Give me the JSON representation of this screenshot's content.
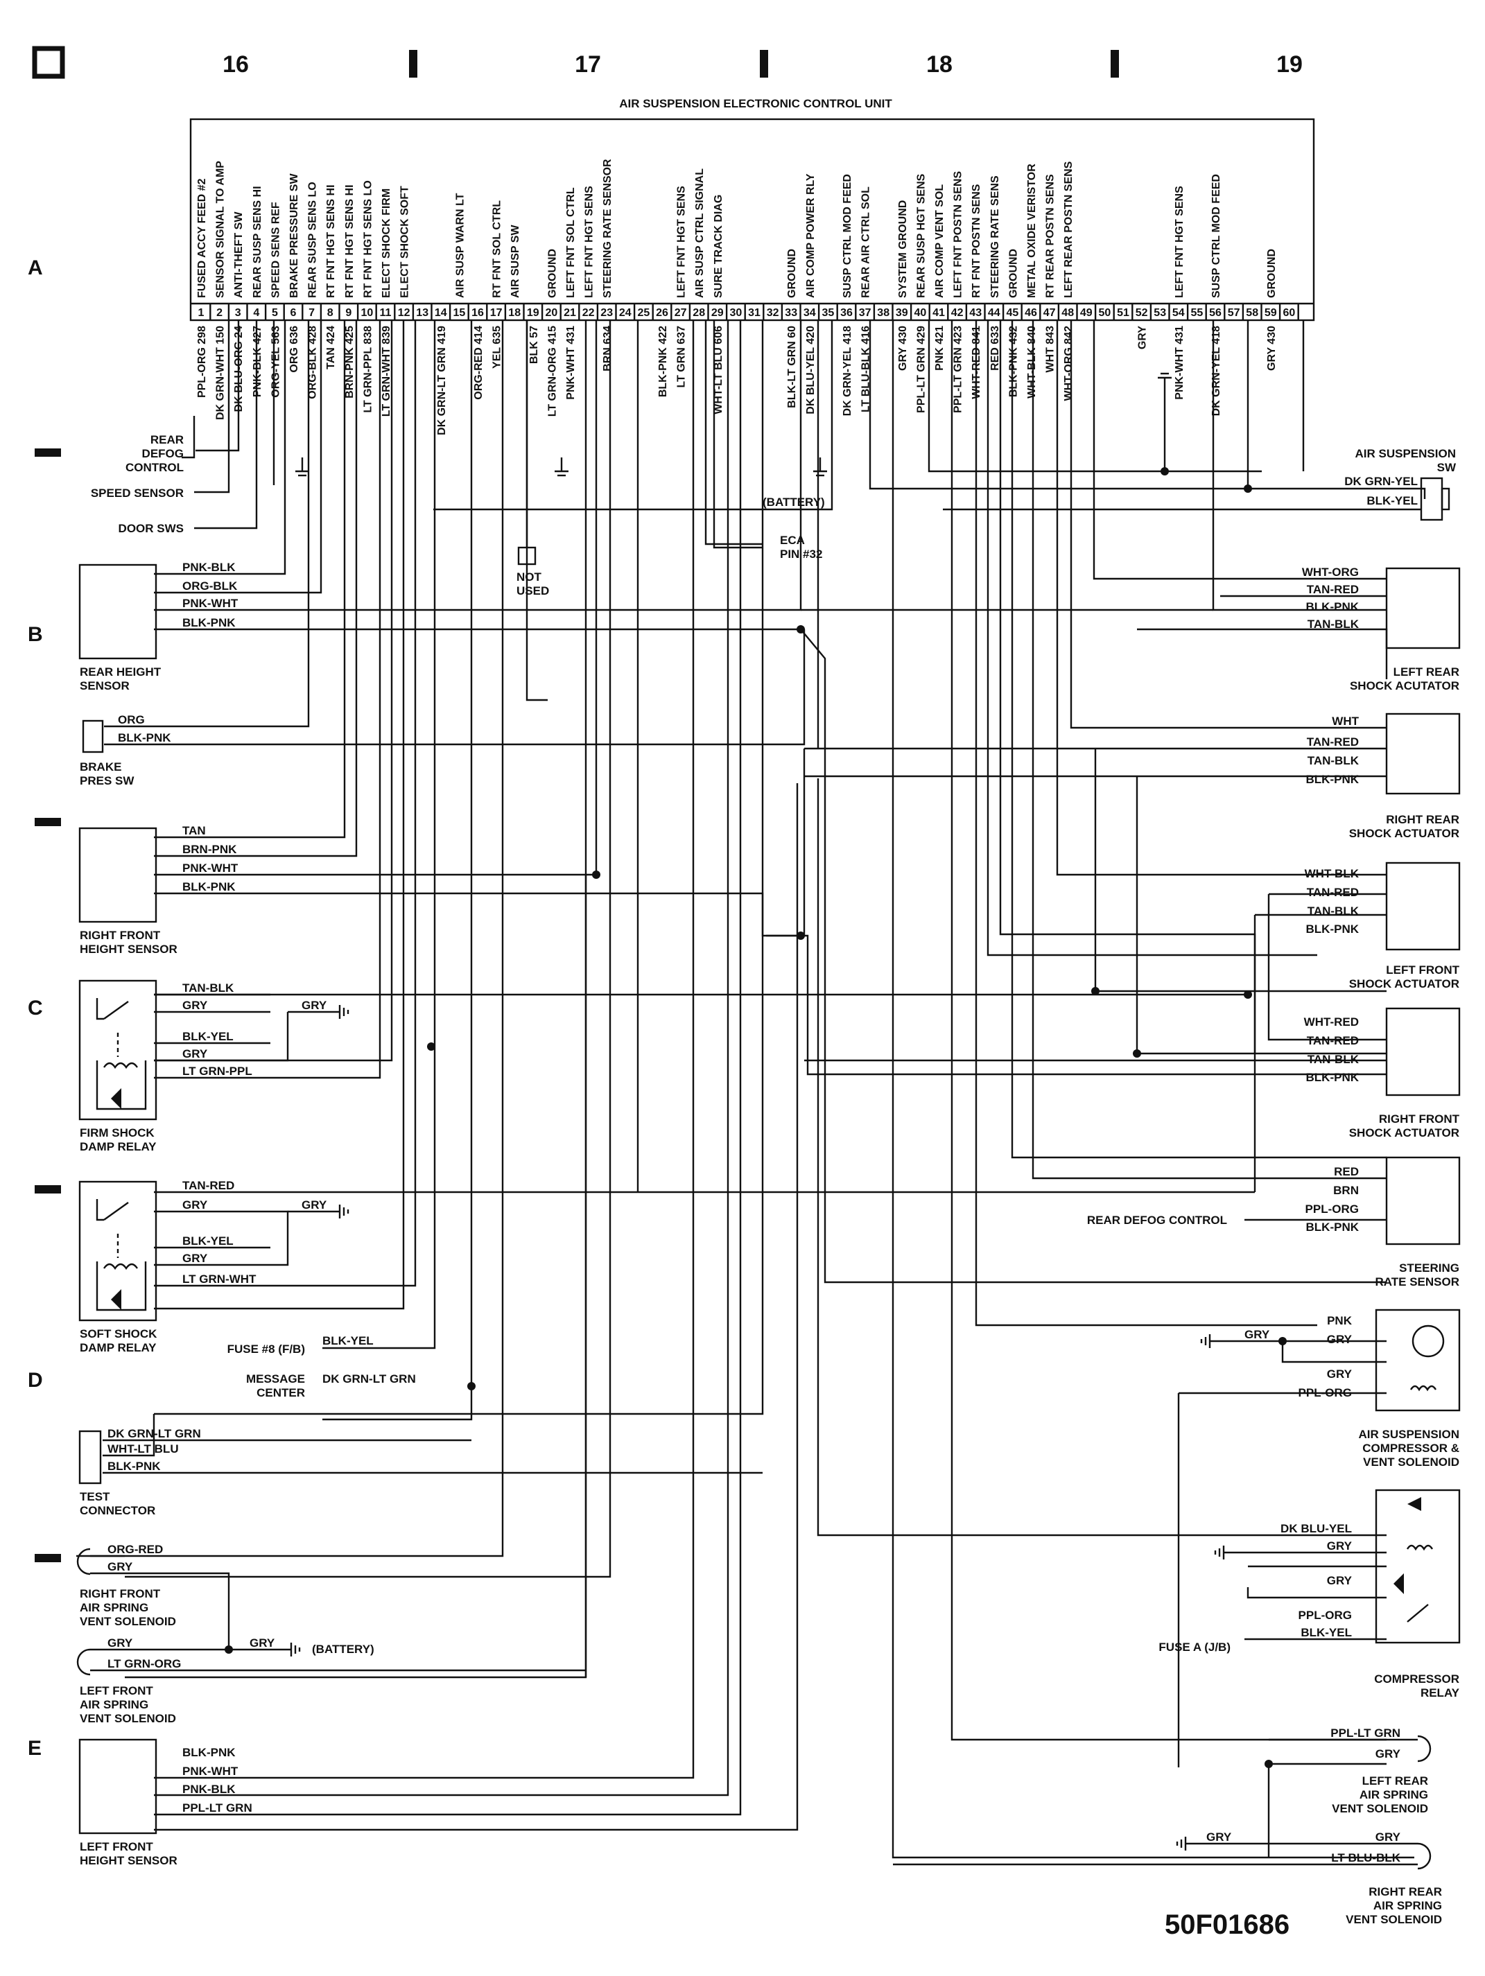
{
  "column_numbers": [
    "16",
    "17",
    "18",
    "19"
  ],
  "row_letters": [
    "A",
    "B",
    "C",
    "D",
    "E"
  ],
  "ecu": {
    "title": "AIR SUSPENSION ELECTRONIC CONTROL UNIT",
    "pins": [
      {
        "n": "1",
        "f": "FUSED ACCY FEED #2",
        "w": "PPL-ORG 298"
      },
      {
        "n": "2",
        "f": "SENSOR SIGNAL TO AMP",
        "w": "DK GRN-WHT 150"
      },
      {
        "n": "3",
        "f": "ANTI-THEFT SW",
        "w": "DK BLU-ORG 24"
      },
      {
        "n": "4",
        "f": "REAR SUSP SENS HI",
        "w": "PNK-BLK 427"
      },
      {
        "n": "5",
        "f": "SPEED SENS REF",
        "w": "ORG-YEL 563"
      },
      {
        "n": "6",
        "f": "BRAKE PRESSURE SW",
        "w": "ORG 636"
      },
      {
        "n": "7",
        "f": "REAR SUSP SENS LO",
        "w": "ORG-BLK 428"
      },
      {
        "n": "8",
        "f": "RT FNT HGT SENS HI",
        "w": "TAN 424"
      },
      {
        "n": "9",
        "f": "RT FNT HGT SENS HI",
        "w": "BRN-PNK 425"
      },
      {
        "n": "10",
        "f": "RT FNT HGT SENS LO",
        "w": "LT GRN-PPL 838"
      },
      {
        "n": "11",
        "f": "ELECT SHOCK FIRM",
        "w": "LT GRN-WHT 839"
      },
      {
        "n": "12",
        "f": "ELECT SHOCK SOFT",
        "w": ""
      },
      {
        "n": "13",
        "f": "",
        "w": ""
      },
      {
        "n": "14",
        "f": "",
        "w": "DK GRN-LT GRN 419"
      },
      {
        "n": "15",
        "f": "AIR SUSP WARN LT",
        "w": ""
      },
      {
        "n": "16",
        "f": "",
        "w": "ORG-RED 414"
      },
      {
        "n": "17",
        "f": "RT FNT SOL CTRL",
        "w": "YEL 635"
      },
      {
        "n": "18",
        "f": "AIR SUSP SW",
        "w": ""
      },
      {
        "n": "19",
        "f": "",
        "w": "BLK 57"
      },
      {
        "n": "20",
        "f": "GROUND",
        "w": "LT GRN-ORG 415"
      },
      {
        "n": "21",
        "f": "LEFT FNT SOL CTRL",
        "w": "PNK-WHT 431"
      },
      {
        "n": "22",
        "f": "LEFT FNT HGT SENS",
        "w": ""
      },
      {
        "n": "23",
        "f": "STEERING RATE SENSOR",
        "w": "BRN 634"
      },
      {
        "n": "24",
        "f": "",
        "w": ""
      },
      {
        "n": "25",
        "f": "",
        "w": ""
      },
      {
        "n": "26",
        "f": "",
        "w": "BLK-PNK 422"
      },
      {
        "n": "27",
        "f": "LEFT FNT HGT SENS",
        "w": "LT GRN 637"
      },
      {
        "n": "28",
        "f": "AIR SUSP CTRL SIGNAL",
        "w": ""
      },
      {
        "n": "29",
        "f": "SURE TRACK DIAG",
        "w": "WHT-LT BLU 606"
      },
      {
        "n": "30",
        "f": "",
        "w": ""
      },
      {
        "n": "31",
        "f": "",
        "w": ""
      },
      {
        "n": "32",
        "f": "",
        "w": ""
      },
      {
        "n": "33",
        "f": "GROUND",
        "w": "BLK-LT GRN 60"
      },
      {
        "n": "34",
        "f": "AIR COMP POWER RLY",
        "w": "DK BLU-YEL 420"
      },
      {
        "n": "35",
        "f": "",
        "w": ""
      },
      {
        "n": "36",
        "f": "SUSP CTRL MOD FEED",
        "w": "DK GRN-YEL 418"
      },
      {
        "n": "37",
        "f": "REAR AIR CTRL SOL",
        "w": "LT BLU-BLK 416"
      },
      {
        "n": "38",
        "f": "",
        "w": ""
      },
      {
        "n": "39",
        "f": "SYSTEM GROUND",
        "w": "GRY 430"
      },
      {
        "n": "40",
        "f": "REAR SUSP HGT SENS",
        "w": "PPL-LT GRN 429"
      },
      {
        "n": "41",
        "f": "AIR COMP VENT SOL",
        "w": "PNK 421"
      },
      {
        "n": "42",
        "f": "LEFT FNT POSTN SENS",
        "w": "PPL-LT GRN 423"
      },
      {
        "n": "43",
        "f": "RT FNT POSTN SENS",
        "w": "WHT-RED 841"
      },
      {
        "n": "44",
        "f": "STEERING RATE SENS",
        "w": "RED 633"
      },
      {
        "n": "45",
        "f": "GROUND",
        "w": "BLK-PNK 432"
      },
      {
        "n": "46",
        "f": "METAL OXIDE VERISTOR",
        "w": "WHT-BLK 840"
      },
      {
        "n": "47",
        "f": "RT REAR POSTN SENS",
        "w": "WHT 843"
      },
      {
        "n": "48",
        "f": "LEFT REAR POSTN SENS",
        "w": "WHT-ORG 842"
      },
      {
        "n": "49",
        "f": "",
        "w": ""
      },
      {
        "n": "50",
        "f": "",
        "w": ""
      },
      {
        "n": "51",
        "f": "",
        "w": ""
      },
      {
        "n": "52",
        "f": "",
        "w": "GRY"
      },
      {
        "n": "53",
        "f": "",
        "w": ""
      },
      {
        "n": "54",
        "f": "LEFT FNT HGT SENS",
        "w": "PNK-WHT 431"
      },
      {
        "n": "55",
        "f": "",
        "w": ""
      },
      {
        "n": "56",
        "f": "SUSP CTRL MOD FEED",
        "w": "DK GRN-YEL 418"
      },
      {
        "n": "57",
        "f": "",
        "w": ""
      },
      {
        "n": "58",
        "f": "",
        "w": ""
      },
      {
        "n": "59",
        "f": "GROUND",
        "w": "GRY 430"
      },
      {
        "n": "60",
        "f": "",
        "w": ""
      }
    ]
  },
  "labels": {
    "rear_defog_1": "REAR",
    "rear_defog_2": "DEFOG",
    "rear_defog_3": "CONTROL",
    "speed_sensor": "SPEED SENSOR",
    "door_sws": "DOOR SWS",
    "not_used_1": "NOT",
    "not_used_2": "USED",
    "ecu_pin_1": "ECA",
    "ecu_pin_2": "PIN #32",
    "battery_top": "(BATTERY)",
    "air_susp_sw_1": "AIR SUSPENSION",
    "air_susp_sw_2": "SW",
    "rhs_1": "REAR HEIGHT",
    "rhs_2": "SENSOR",
    "bps_1": "BRAKE",
    "bps_2": "PRES SW",
    "rfhs_1": "RIGHT FRONT",
    "rfhs_2": "HEIGHT SENSOR",
    "fsdr_1": "FIRM SHOCK",
    "fsdr_2": "DAMP RELAY",
    "ssdr_1": "SOFT SHOCK",
    "ssdr_2": "DAMP RELAY",
    "fuse8": "FUSE #8 (F/B)",
    "msg_1": "MESSAGE",
    "msg_2": "CENTER",
    "test_1": "TEST",
    "test_2": "CONNECTOR",
    "rfas_1": "RIGHT FRONT",
    "rfas_2": "AIR SPRING",
    "rfas_3": "VENT SOLENOID",
    "battery_bot": "(BATTERY)",
    "lfas_1": "LEFT FRONT",
    "lfas_2": "AIR SPRING",
    "lfas_3": "VENT SOLENOID",
    "lfhs_1": "LEFT FRONT",
    "lfhs_2": "HEIGHT SENSOR",
    "lrsa_1": "LEFT REAR",
    "lrsa_2": "SHOCK ACUTATOR",
    "rrsa_1": "RIGHT REAR",
    "rrsa_2": "SHOCK ACTUATOR",
    "lfsa_1": "LEFT FRONT",
    "lfsa_2": "SHOCK ACTUATOR",
    "rfsa_1": "RIGHT FRONT",
    "rfsa_2": "SHOCK ACTUATOR",
    "rear_defog_ctrl": "REAR DEFOG CONTROL",
    "srs_1": "STEERING",
    "srs_2": "RATE SENSOR",
    "comp_1": "AIR SUSPENSION",
    "comp_2": "COMPRESSOR &",
    "comp_3": "VENT SOLENOID",
    "fuse_a": "FUSE A (J/B)",
    "crel_1": "COMPRESSOR",
    "crel_2": "RELAY",
    "lras_1": "LEFT REAR",
    "lras_2": "AIR SPRING",
    "lras_3": "VENT SOLENOID",
    "rras_1": "RIGHT REAR",
    "rras_2": "AIR SPRING",
    "rras_3": "VENT SOLENOID",
    "diagram_id": "50F01686"
  },
  "wires": {
    "rhs": [
      "PNK-BLK",
      "ORG-BLK",
      "PNK-WHT",
      "BLK-PNK"
    ],
    "bps": [
      "ORG",
      "BLK-PNK"
    ],
    "rfhs": [
      "TAN",
      "BRN-PNK",
      "PNK-WHT",
      "BLK-PNK"
    ],
    "fsdr": [
      "TAN-BLK",
      "GRY",
      "GRY",
      "BLK-YEL",
      "GRY",
      "LT GRN-PPL"
    ],
    "ssdr": [
      "TAN-RED",
      "GRY",
      "GRY",
      "BLK-YEL",
      "GRY",
      "LT GRN-WHT"
    ],
    "fuse8": "BLK-YEL",
    "msg": "DK GRN-LT GRN",
    "test": [
      "DK GRN-LT GRN",
      "WHT-LT BLU",
      "BLK-PNK"
    ],
    "rfas": [
      "ORG-RED",
      "GRY"
    ],
    "gry_bot": "GRY",
    "lfas": [
      "GRY",
      "LT GRN-ORG"
    ],
    "lfhs": [
      "BLK-PNK",
      "PNK-WHT",
      "PNK-BLK",
      "PPL-LT GRN"
    ],
    "asw": [
      "DK GRN-YEL",
      "BLK-YEL"
    ],
    "lrsa": [
      "WHT-ORG",
      "TAN-RED",
      "BLK-PNK",
      "TAN-BLK"
    ],
    "rrsa": [
      "WHT",
      "TAN-RED",
      "TAN-BLK",
      "BLK-PNK"
    ],
    "lfsa": [
      "WHT-BLK",
      "TAN-RED",
      "TAN-BLK",
      "BLK-PNK"
    ],
    "rfsa": [
      "WHT-RED",
      "TAN-RED",
      "TAN-BLK",
      "BLK-PNK"
    ],
    "srs": [
      "RED",
      "BRN",
      "PPL-ORG",
      "BLK-PNK"
    ],
    "comp": [
      "PNK",
      "GRY",
      "GRY",
      "GRY",
      "PPL-ORG"
    ],
    "crel": [
      "DK BLU-YEL",
      "GRY",
      "GRY",
      "PPL-ORG",
      "BLK-YEL"
    ],
    "lras": [
      "PPL-LT GRN",
      "GRY"
    ],
    "rras": [
      "GRY",
      "GRY",
      "LT BLU-BLK"
    ]
  }
}
